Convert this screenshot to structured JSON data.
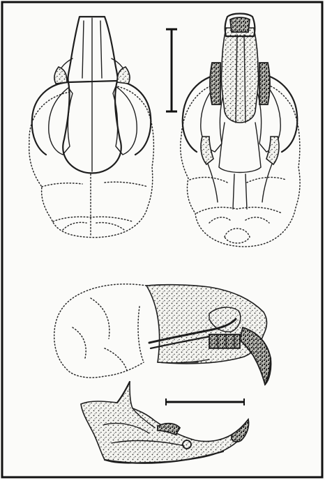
{
  "figure": {
    "views": [
      "dorsal",
      "ventral",
      "lateral",
      "mandible"
    ],
    "scale_bars": 2
  }
}
